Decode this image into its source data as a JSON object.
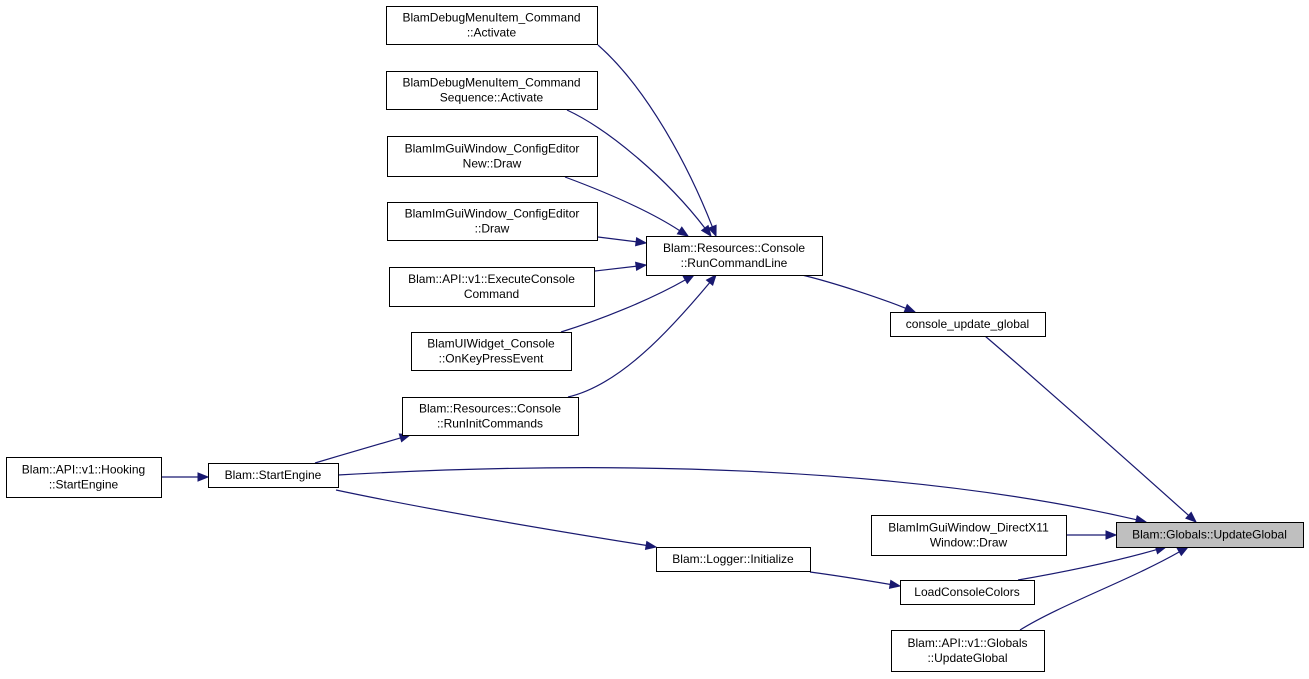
{
  "diagram": {
    "type": "call-graph",
    "colors": {
      "edge": "#191970",
      "node_border": "#000000",
      "node_fill": "#ffffff",
      "highlight_fill": "#bfbfbf"
    },
    "nodes": [
      {
        "id": "dbg_cmd",
        "lines": [
          "BlamDebugMenuItem_Command",
          "::Activate"
        ]
      },
      {
        "id": "dbg_cmdseq",
        "lines": [
          "BlamDebugMenuItem_Command",
          "Sequence::Activate"
        ]
      },
      {
        "id": "cfg_new",
        "lines": [
          "BlamImGuiWindow_ConfigEditor",
          "New::Draw"
        ]
      },
      {
        "id": "cfg_draw",
        "lines": [
          "BlamImGuiWindow_ConfigEditor",
          "::Draw"
        ]
      },
      {
        "id": "api_exec",
        "lines": [
          "Blam::API::v1::ExecuteConsole",
          "Command"
        ]
      },
      {
        "id": "ui_console",
        "lines": [
          "BlamUIWidget_Console",
          "::OnKeyPressEvent"
        ]
      },
      {
        "id": "run_init",
        "lines": [
          "Blam::Resources::Console",
          "::RunInitCommands"
        ]
      },
      {
        "id": "run_cmdline",
        "lines": [
          "Blam::Resources::Console",
          "::RunCommandLine"
        ]
      },
      {
        "id": "console_update",
        "lines": [
          "console_update_global"
        ]
      },
      {
        "id": "hook_start",
        "lines": [
          "Blam::API::v1::Hooking",
          "::StartEngine"
        ]
      },
      {
        "id": "start_engine",
        "lines": [
          "Blam::StartEngine"
        ]
      },
      {
        "id": "dx11_draw",
        "lines": [
          "BlamImGuiWindow_DirectX11",
          "Window::Draw"
        ]
      },
      {
        "id": "logger_init",
        "lines": [
          "Blam::Logger::Initialize"
        ]
      },
      {
        "id": "load_colors",
        "lines": [
          "LoadConsoleColors"
        ]
      },
      {
        "id": "api_globals",
        "lines": [
          "Blam::API::v1::Globals",
          "::UpdateGlobal"
        ]
      },
      {
        "id": "update_global",
        "lines": [
          "Blam::Globals::UpdateGlobal"
        ],
        "highlighted": true
      }
    ],
    "edges": [
      {
        "from": "run_cmdline",
        "to": "dbg_cmd"
      },
      {
        "from": "run_cmdline",
        "to": "dbg_cmdseq"
      },
      {
        "from": "run_cmdline",
        "to": "cfg_new"
      },
      {
        "from": "run_cmdline",
        "to": "cfg_draw"
      },
      {
        "from": "run_cmdline",
        "to": "api_exec"
      },
      {
        "from": "run_cmdline",
        "to": "ui_console"
      },
      {
        "from": "run_cmdline",
        "to": "run_init"
      },
      {
        "from": "console_update",
        "to": "run_cmdline"
      },
      {
        "from": "update_global",
        "to": "console_update"
      },
      {
        "from": "run_init",
        "to": "start_engine"
      },
      {
        "from": "start_engine",
        "to": "hook_start"
      },
      {
        "from": "update_global",
        "to": "start_engine"
      },
      {
        "from": "logger_init",
        "to": "start_engine"
      },
      {
        "from": "update_global",
        "to": "dx11_draw"
      },
      {
        "from": "load_colors",
        "to": "logger_init"
      },
      {
        "from": "update_global",
        "to": "load_colors"
      },
      {
        "from": "update_global",
        "to": "api_globals"
      }
    ]
  }
}
